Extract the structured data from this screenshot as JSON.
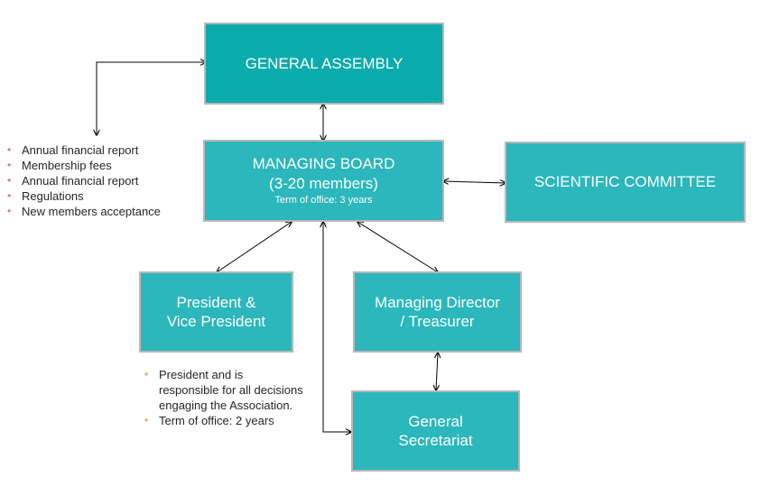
{
  "colors": {
    "primary": "#0aabab",
    "node": "#2bb7bb",
    "bullet_board": "#e46c97",
    "bullet_president": "#f4a460"
  },
  "nodes": {
    "general_assembly": {
      "title": "GENERAL ASSEMBLY"
    },
    "managing_board": {
      "title_line1": "MANAGING BOARD",
      "title_line2": "(3-20 members)",
      "subtitle": "Term of office: 3 years"
    },
    "scientific_committee": {
      "title": "SCIENTIFIC COMMITTEE"
    },
    "president": {
      "title_line1": "President &",
      "title_line2": "Vice President"
    },
    "managing_director": {
      "title_line1": "Managing Director",
      "title_line2": "/ Treasurer"
    },
    "general_secretariat": {
      "title_line1": "General",
      "title_line2": "Secretariat"
    }
  },
  "assembly_duties": [
    "Annual financial report",
    "Membership fees",
    "Annual financial report",
    "Regulations",
    "New members acceptance"
  ],
  "president_notes": [
    "President and is responsible for all decisions engaging the Association.",
    "Term of office: 2 years"
  ],
  "edges": [
    {
      "from": "general_assembly",
      "to": "managing_board",
      "bidirectional": true
    },
    {
      "from": "managing_board",
      "to": "scientific_committee",
      "bidirectional": true
    },
    {
      "from": "managing_board",
      "to": "president",
      "bidirectional": true
    },
    {
      "from": "managing_board",
      "to": "managing_director",
      "bidirectional": true
    },
    {
      "from": "managing_director",
      "to": "general_secretariat",
      "bidirectional": true
    },
    {
      "from": "managing_board",
      "to": "general_secretariat",
      "bidirectional": true
    },
    {
      "from": "general_assembly",
      "to": "assembly_duties",
      "bidirectional": true
    }
  ]
}
